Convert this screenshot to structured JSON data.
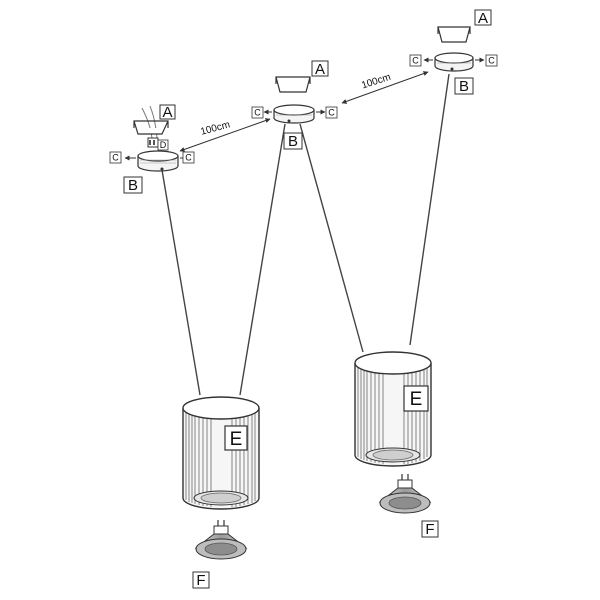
{
  "labels": {
    "bracket": "A",
    "canopy": "B",
    "screw": "C",
    "connector": "D",
    "shade": "E",
    "bulb": "F"
  },
  "dimensions": {
    "spacing_left": "100cm",
    "spacing_right": "100cm"
  },
  "colors": {
    "stroke": "#2a2a2a",
    "fill_light": "#f4f4f4",
    "fill_mid": "#cfcfcf",
    "bulb": "#a8a8a8"
  }
}
